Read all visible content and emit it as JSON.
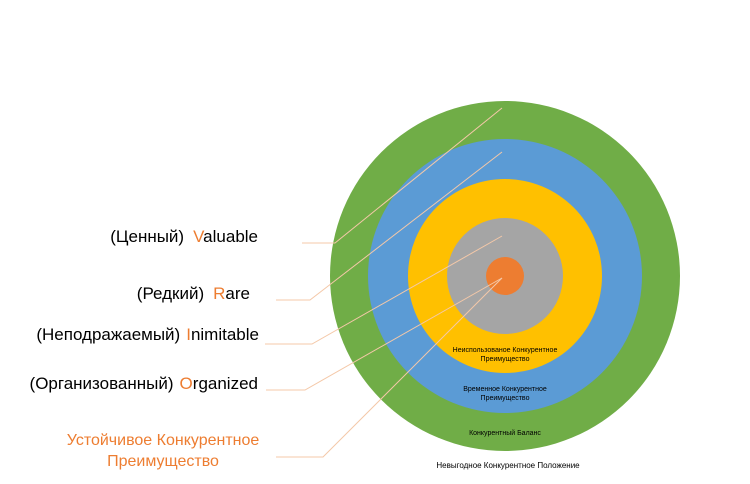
{
  "criteria": [
    {
      "russian": "(Ценный)",
      "initial": "V",
      "rest": "aluable"
    },
    {
      "russian": "(Редкий)",
      "initial": "R",
      "rest": "are"
    },
    {
      "russian": "(Неподражаемый)",
      "initial": "I",
      "rest": "nimitable"
    },
    {
      "russian": "(Организованный)",
      "initial": "O",
      "rest": "rganized"
    }
  ],
  "result": {
    "line1": "Устойчивое Конкурентное",
    "line2": "Преимущество"
  },
  "rings": {
    "green": {
      "color": "#70AD47",
      "label": "Конкурентный Баланс"
    },
    "blue": {
      "color": "#5B9BD5",
      "label_line1": "Временное Конкурентное",
      "label_line2": "Преимущество"
    },
    "yellow": {
      "color": "#FFC000",
      "label_line1": "Неиспользованое Конкурентное",
      "label_line2": "Преимущество"
    },
    "gray": {
      "color": "#A5A5A5"
    },
    "orange": {
      "color": "#ED7D31"
    }
  },
  "outside_label": "Невыгодное Конкурентное Положение",
  "colors": {
    "accent": "#ED7D31",
    "connector": "#F4C8A8"
  }
}
